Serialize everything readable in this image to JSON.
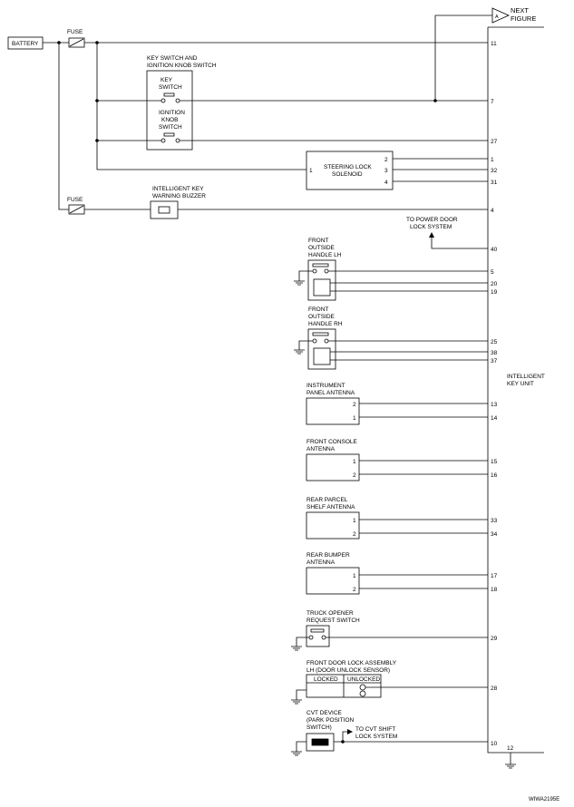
{
  "battery": "BATTERY",
  "fuse": "FUSE",
  "next_figure": [
    "NEXT",
    "FIGURE"
  ],
  "connector_A": "A",
  "key_switch_block": {
    "title": [
      "KEY SWITCH AND",
      "IGNITION KNOB SWITCH"
    ],
    "key_switch": [
      "KEY",
      "SWITCH"
    ],
    "ignition_knob_switch": [
      "IGNITION",
      "KNOB",
      "SWITCH"
    ]
  },
  "steering_lock": {
    "label": [
      "STEERING LOCK",
      "SOLENOID"
    ],
    "pin_in": "1",
    "pins_out": [
      "2",
      "3",
      "4"
    ]
  },
  "buzzer": [
    "INTELLIGENT KEY",
    "WARNING BUZZER"
  ],
  "power_door": [
    "TO POWER DOOR",
    "LOCK SYSTEM"
  ],
  "front_lh": [
    "FRONT",
    "OUTSIDE",
    "HANDLE LH"
  ],
  "front_rh": [
    "FRONT",
    "OUTSIDE",
    "HANDLE RH"
  ],
  "ip_antenna": {
    "label": [
      "INSTRUMENT",
      "PANEL ANTENNA"
    ],
    "pins": [
      "2",
      "1"
    ]
  },
  "console_antenna": {
    "label": [
      "FRONT CONSOLE",
      "ANTENNA"
    ],
    "pins": [
      "1",
      "2"
    ]
  },
  "parcel_antenna": {
    "label": [
      "REAR PARCEL",
      "SHELF ANTENNA"
    ],
    "pins": [
      "1",
      "2"
    ]
  },
  "bumper_antenna": {
    "label": [
      "REAR BUMPER",
      "ANTENNA"
    ],
    "pins": [
      "1",
      "2"
    ]
  },
  "trunk_switch": [
    "TRUCK OPENER",
    "REQUEST SWITCH"
  ],
  "door_lock": {
    "label": [
      "FRONT DOOR LOCK ASSEMBLY",
      "LH (DOOR UNLOCK SENSOR)"
    ],
    "locked": "LOCKED",
    "unlocked": "UNLOCKED"
  },
  "cvt_device": [
    "CVT DEVICE",
    "(PARK POSITION",
    "SWITCH)"
  ],
  "cvt_shift": [
    "TO CVT SHIFT",
    "LOCK SYSTEM"
  ],
  "unit": [
    "INTELLIGENT",
    "KEY UNIT"
  ],
  "terminals": {
    "t11": "11",
    "t7": "7",
    "t27": "27",
    "t1": "1",
    "t32": "32",
    "t31": "31",
    "t4": "4",
    "t40": "40",
    "t5": "5",
    "t20": "20",
    "t19": "19",
    "t25": "25",
    "t38": "38",
    "t37": "37",
    "t13": "13",
    "t14": "14",
    "t15": "15",
    "t16": "16",
    "t33": "33",
    "t34": "34",
    "t17": "17",
    "t18": "18",
    "t29": "29",
    "t28": "28",
    "t10": "10",
    "t12": "12"
  },
  "figure_id": "WIWA2195E"
}
